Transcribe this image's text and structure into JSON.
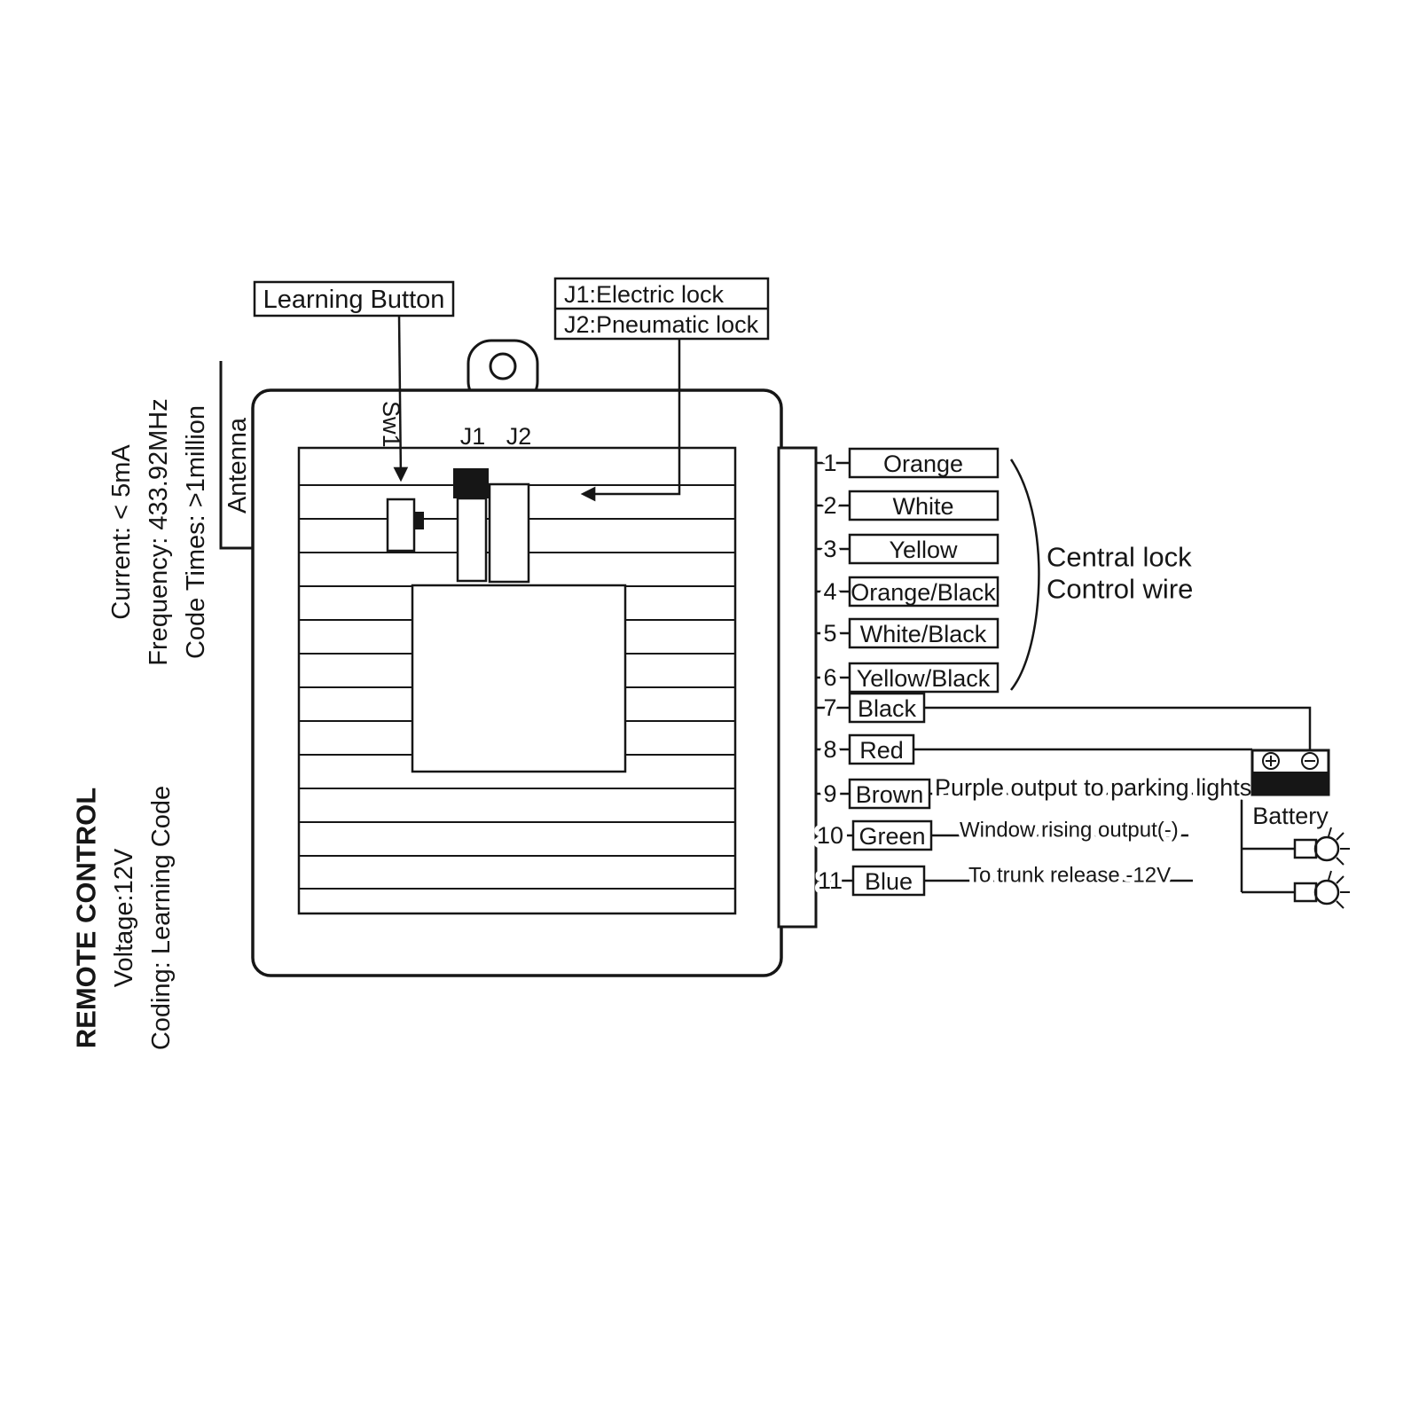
{
  "side": {
    "current": "Current: < 5mA",
    "frequency": "Frequency: 433.92MHz",
    "code_times": "Code Times: >1million",
    "remote_control": "REMOTE CONTROL",
    "voltage": "Voltage:12V",
    "coding": "Coding: Learning Code",
    "antenna": "Antenna"
  },
  "module": {
    "learning_button": "Learning Button",
    "j1_legend": "J1:Electric lock",
    "j2_legend": "J2:Pneumatic lock",
    "sw1": "Sw1",
    "j1": "J1",
    "j2": "J2"
  },
  "right": {
    "central_lock_line1": "Central lock",
    "central_lock_line2": "Control wire",
    "battery": "Battery"
  },
  "wires": [
    {
      "num": "1",
      "color": "Orange",
      "note": ""
    },
    {
      "num": "2",
      "color": "White",
      "note": ""
    },
    {
      "num": "3",
      "color": "Yellow",
      "note": ""
    },
    {
      "num": "4",
      "color": "Orange/Black",
      "note": ""
    },
    {
      "num": "5",
      "color": "White/Black",
      "note": ""
    },
    {
      "num": "6",
      "color": "Yellow/Black",
      "note": ""
    },
    {
      "num": "7",
      "color": "Black",
      "note": ""
    },
    {
      "num": "8",
      "color": "Red",
      "note": ""
    },
    {
      "num": "9",
      "color": "Brown",
      "note": "Purple output to parking lights"
    },
    {
      "num": "10",
      "color": "Green",
      "note": "Window rising output(-)"
    },
    {
      "num": "11",
      "color": "Blue",
      "note": "To trunk release -12V"
    }
  ]
}
